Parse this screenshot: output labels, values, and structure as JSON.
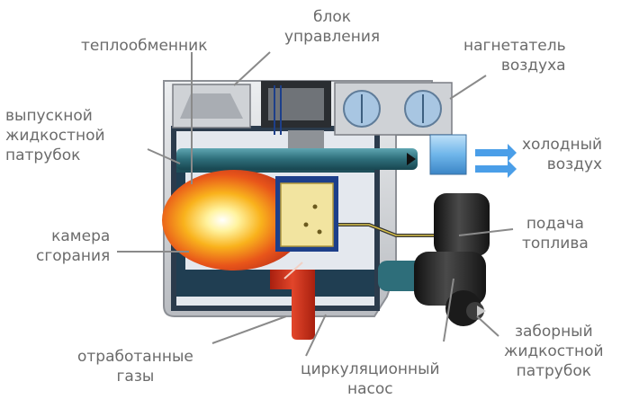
{
  "labels": {
    "heat_exchanger": [
      "теплообменник"
    ],
    "control_unit": [
      "блок",
      "управления"
    ],
    "air_blower": [
      "нагнетатель",
      "воздуха"
    ],
    "outlet_pipe": [
      "выпускной",
      "жидкостной",
      "патрубок"
    ],
    "cold_air": [
      "холодный",
      "воздух"
    ],
    "combustion_chamber": [
      "камера",
      "сгорания"
    ],
    "fuel_supply": [
      "подача",
      "топлива"
    ],
    "exhaust_gases": [
      "отработанные",
      "газы"
    ],
    "circulation_pump": [
      "циркуляционный",
      "насос"
    ],
    "inlet_pipe": [
      "заборный",
      "жидкостной",
      "патрубок"
    ]
  },
  "colors": {
    "label_text": "#6b6b6b",
    "leader_line": "#8a8a8a",
    "cold_air_arrow": "#4a9ee8",
    "flame": "#f7a21b",
    "exhaust": "#d9341c",
    "coolant": "#2e6e7a",
    "housing": "#d6d8dc"
  }
}
